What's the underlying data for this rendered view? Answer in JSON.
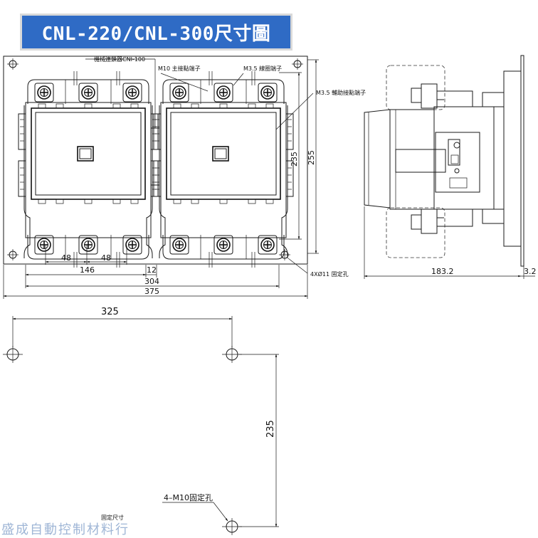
{
  "title": "CNL-220/CNL-300尺寸圖",
  "colors": {
    "banner": "#2f6bc5",
    "line": "#1a1a1a",
    "watermark": "#9fb6d6"
  },
  "callouts": {
    "interlock": "機械連鎖器CNI-100",
    "main_terminal": "M10 主接點端子",
    "coil_terminal": "M3.5 線圈端子",
    "aux_terminal": "M3.5 輔助接點端子",
    "mount_holes": "4XØ11 固定孔"
  },
  "dimensions": {
    "d48_left": "48",
    "d48_right": "48",
    "d146": "146",
    "d12": "12",
    "d304": "304",
    "d375": "375",
    "d235": "235",
    "d255": "255",
    "d183_2": "183.2",
    "d3_2": "3.2"
  },
  "template": {
    "d325": "325",
    "d235": "235",
    "holes_label": "4–M10固定孔",
    "caption": "固定尺寸"
  },
  "watermark": "盛成自動控制材料行"
}
